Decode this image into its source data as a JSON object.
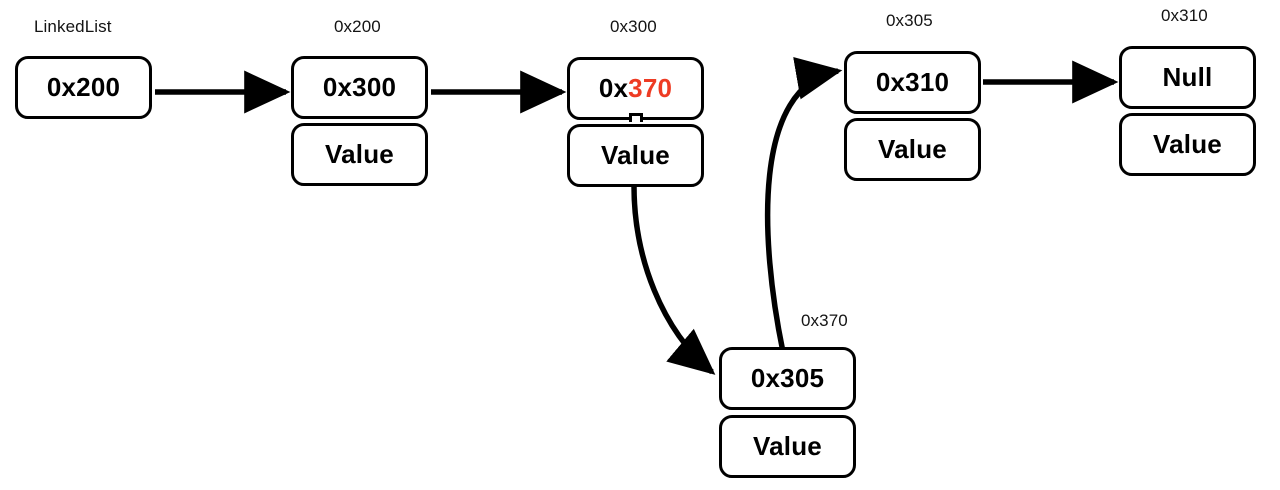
{
  "diagram": {
    "title": "LinkedList pointer reassignment diagram",
    "colors": {
      "stroke": "#000000",
      "fill": "#ffffff",
      "text": "#000000",
      "caption": "#141414",
      "accent_red": "#ee3b23"
    }
  },
  "head": {
    "caption": "LinkedList",
    "value": "0x200"
  },
  "nodes": [
    {
      "caption": "0x200",
      "pointer": "0x300",
      "pointer_prefix": "0x300",
      "pointer_accent": "",
      "value_label": "Value"
    },
    {
      "caption": "0x300",
      "pointer": "0x370",
      "pointer_prefix": "0x",
      "pointer_accent": "370",
      "value_label": "Value"
    },
    {
      "caption": "0x305",
      "pointer": "0x310",
      "pointer_prefix": "0x310",
      "pointer_accent": "",
      "value_label": "Value"
    },
    {
      "caption": "0x310",
      "pointer": "Null",
      "pointer_prefix": "Null",
      "pointer_accent": "",
      "value_label": "Value"
    },
    {
      "caption": "0x370",
      "pointer": "0x305",
      "pointer_prefix": "0x305",
      "pointer_accent": "",
      "value_label": "Value"
    }
  ],
  "edges": [
    {
      "name": "head-to-0x200",
      "kind": "straight"
    },
    {
      "name": "0x200-to-0x300",
      "kind": "straight"
    },
    {
      "name": "0x300-to-0x370",
      "kind": "curved"
    },
    {
      "name": "0x370-to-0x305",
      "kind": "curved"
    },
    {
      "name": "0x305-to-0x310",
      "kind": "straight"
    }
  ]
}
